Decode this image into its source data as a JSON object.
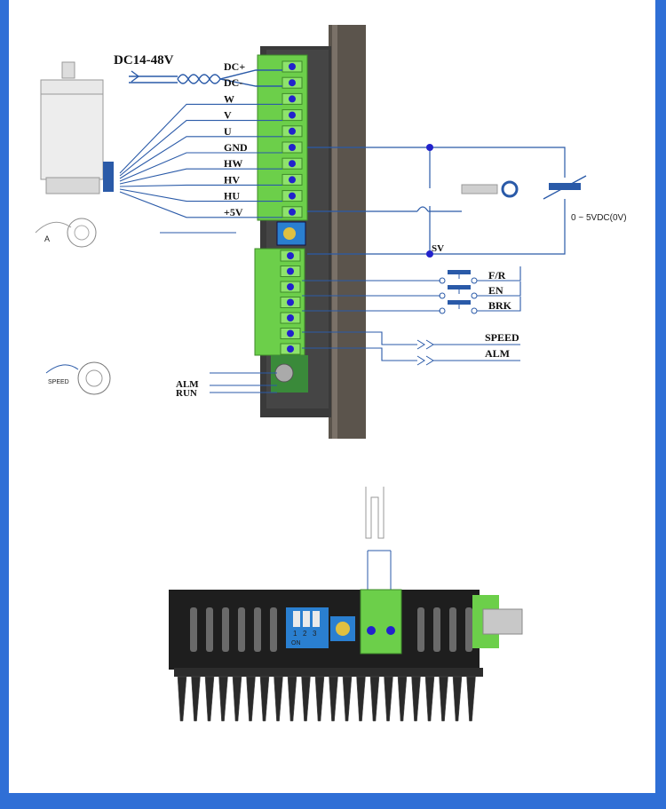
{
  "supply_label": "DC14-48V",
  "terminals_top": [
    "DC+",
    "DC-",
    "W",
    "V",
    "U",
    "GND",
    "HW",
    "HV",
    "HU",
    "+5V"
  ],
  "speed_ref_label": "0 ~ 5VDC(0V)",
  "sv_label": "SV",
  "switch_labels": [
    "F/R",
    "EN",
    "BRK"
  ],
  "output_labels": [
    "SPEED",
    "ALM"
  ],
  "left_outputs": [
    "ALM",
    "RUN"
  ],
  "pot_a_label": "A",
  "speed_knob_label": "SPEED",
  "dip": {
    "numbers": [
      "1",
      "2",
      "3"
    ],
    "on_label": "ON"
  },
  "colors": {
    "frame": "#2f6fd6",
    "wire": "#2a5aa8",
    "terminal": "#6ccf4a",
    "dot": "#2222cc"
  }
}
